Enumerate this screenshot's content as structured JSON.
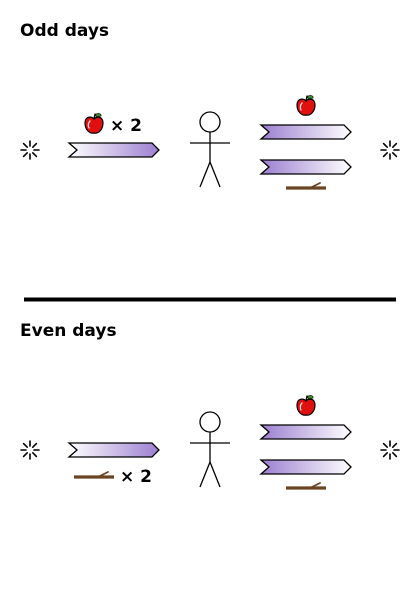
{
  "sections": [
    {
      "title": "Odd days",
      "input": {
        "item": "apple",
        "multiplier": "× 2"
      },
      "outputs": [
        {
          "item": "apple"
        },
        {
          "item": "stick"
        }
      ]
    },
    {
      "title": "Even days",
      "input": {
        "item": "stick",
        "multiplier": "× 2"
      },
      "outputs": [
        {
          "item": "apple"
        },
        {
          "item": "stick"
        }
      ]
    }
  ],
  "colors": {
    "arrow_light": "#ffffff",
    "arrow_dark": "#9b7fd0",
    "apple": "#e01010",
    "stick": "#6b4423",
    "divider": "#000000"
  },
  "icons": {
    "source": "sun-burst-icon",
    "sink": "sun-burst-icon",
    "person": "stick-figure-icon",
    "apple": "apple-icon",
    "stick": "stick-icon"
  }
}
